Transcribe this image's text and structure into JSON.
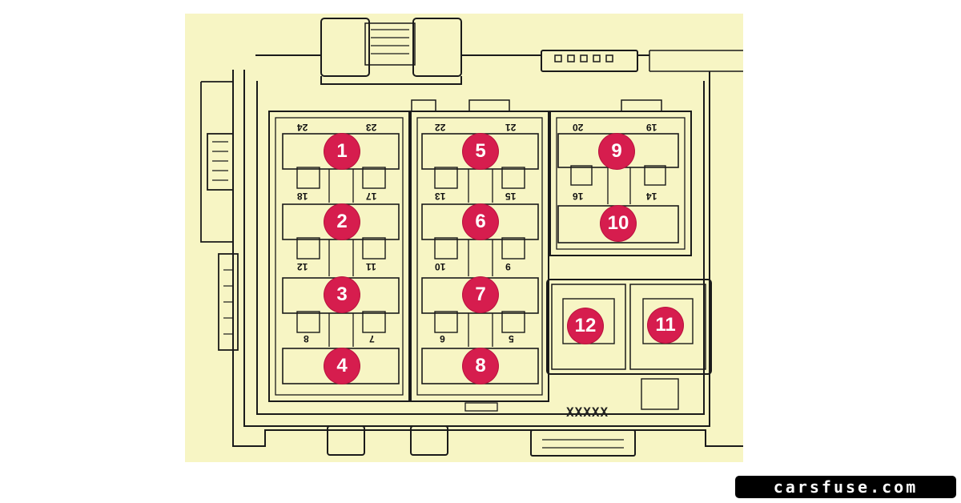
{
  "diagram": {
    "fuses": [
      {
        "id": "fuse-1",
        "label": "1"
      },
      {
        "id": "fuse-2",
        "label": "2"
      },
      {
        "id": "fuse-3",
        "label": "3"
      },
      {
        "id": "fuse-4",
        "label": "4"
      },
      {
        "id": "fuse-5",
        "label": "5"
      },
      {
        "id": "fuse-6",
        "label": "6"
      },
      {
        "id": "fuse-7",
        "label": "7"
      },
      {
        "id": "fuse-8",
        "label": "8"
      },
      {
        "id": "fuse-9",
        "label": "9"
      },
      {
        "id": "fuse-10",
        "label": "10"
      },
      {
        "id": "fuse-11",
        "label": "11"
      },
      {
        "id": "fuse-12",
        "label": "12"
      }
    ],
    "pin_numbers": [
      "24",
      "23",
      "22",
      "21",
      "20",
      "19",
      "18",
      "17",
      "16",
      "15",
      "14",
      "13",
      "12",
      "11",
      "10",
      "9",
      "8",
      "7",
      "6",
      "5"
    ],
    "part_code": "XXXXX",
    "colors": {
      "background": "#f7f5c4",
      "line": "#1a1a1a",
      "badge": "#d61d4e",
      "badge_text": "#ffffff"
    }
  },
  "brand": {
    "watermark": "carsfuse.com"
  }
}
